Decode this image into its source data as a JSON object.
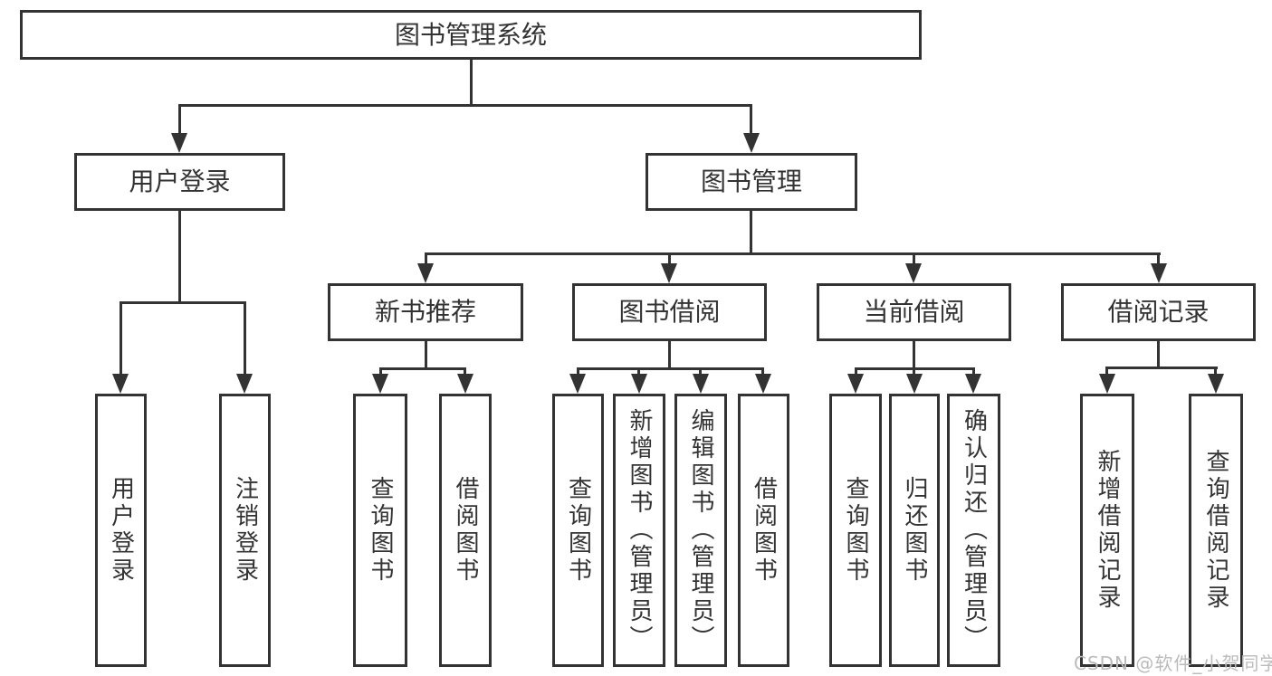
{
  "diagram_title": "图书管理系统",
  "colors": {
    "line": "#333333",
    "text": "#333333",
    "box_bg": "#ffffff",
    "watermark": "#bbbbbb"
  },
  "tree": {
    "label": "图书管理系统",
    "children": [
      {
        "label": "用户登录",
        "children": [
          {
            "label": "用户登录"
          },
          {
            "label": "注销登录"
          }
        ]
      },
      {
        "label": "图书管理",
        "children": [
          {
            "label": "新书推荐",
            "children": [
              {
                "label": "查询图书"
              },
              {
                "label": "借阅图书"
              }
            ]
          },
          {
            "label": "图书借阅",
            "children": [
              {
                "label": "查询图书"
              },
              {
                "label": "新增图书（管理员）"
              },
              {
                "label": "编辑图书（管理员）"
              },
              {
                "label": "借阅图书"
              }
            ]
          },
          {
            "label": "当前借阅",
            "children": [
              {
                "label": "查询图书"
              },
              {
                "label": "归还图书"
              },
              {
                "label": "确认归还（管理员）"
              }
            ]
          },
          {
            "label": "借阅记录",
            "children": [
              {
                "label": "新增借阅记录"
              },
              {
                "label": "查询借阅记录"
              }
            ]
          }
        ]
      }
    ]
  },
  "watermark": "CSDN @软件_小贺同学"
}
